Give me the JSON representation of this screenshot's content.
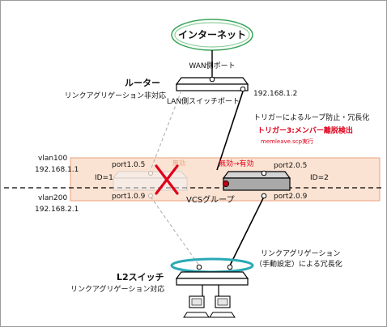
{
  "internet": {
    "label": "インターネット"
  },
  "router": {
    "name": "ルーター",
    "note": "リンクアグリゲーション非対応",
    "wan_port": "WAN側ポート",
    "lan_port": "LAN側スイッチポート",
    "ip": "192.168.1.2"
  },
  "trigger": {
    "line1": "トリガーによるループ防止・冗長化",
    "line2": "トリガー3:メンバー離脱検出",
    "line3": "memleave.scp実行"
  },
  "vlans": [
    {
      "name": "vlan100",
      "ip": "192.168.1.1"
    },
    {
      "name": "vlan200",
      "ip": "192.168.2.1"
    }
  ],
  "vcs": {
    "label": "VCSグループ",
    "left_id": "ID=1",
    "right_id": "ID=2",
    "left_port_top": "port1.0.5",
    "left_port_bottom": "port1.0.9",
    "right_port_top": "port2.0.5",
    "right_port_bottom": "port2.0.9",
    "disabled_label": "無効",
    "transition_label": "無効→有効"
  },
  "link_agg": {
    "line1": "リンクアグリゲーション",
    "line2": "（手動設定）による冗長化"
  },
  "l2switch": {
    "name": "L2スイッチ",
    "note": "リンクアグリゲーション対応"
  },
  "colors": {
    "accent_red": "#e0001b",
    "internet_green": "#3aa55a",
    "agg_ring": "#2aa9b5",
    "vlan_band": "#fbe3d3",
    "vlan_border": "#e9a27c"
  }
}
